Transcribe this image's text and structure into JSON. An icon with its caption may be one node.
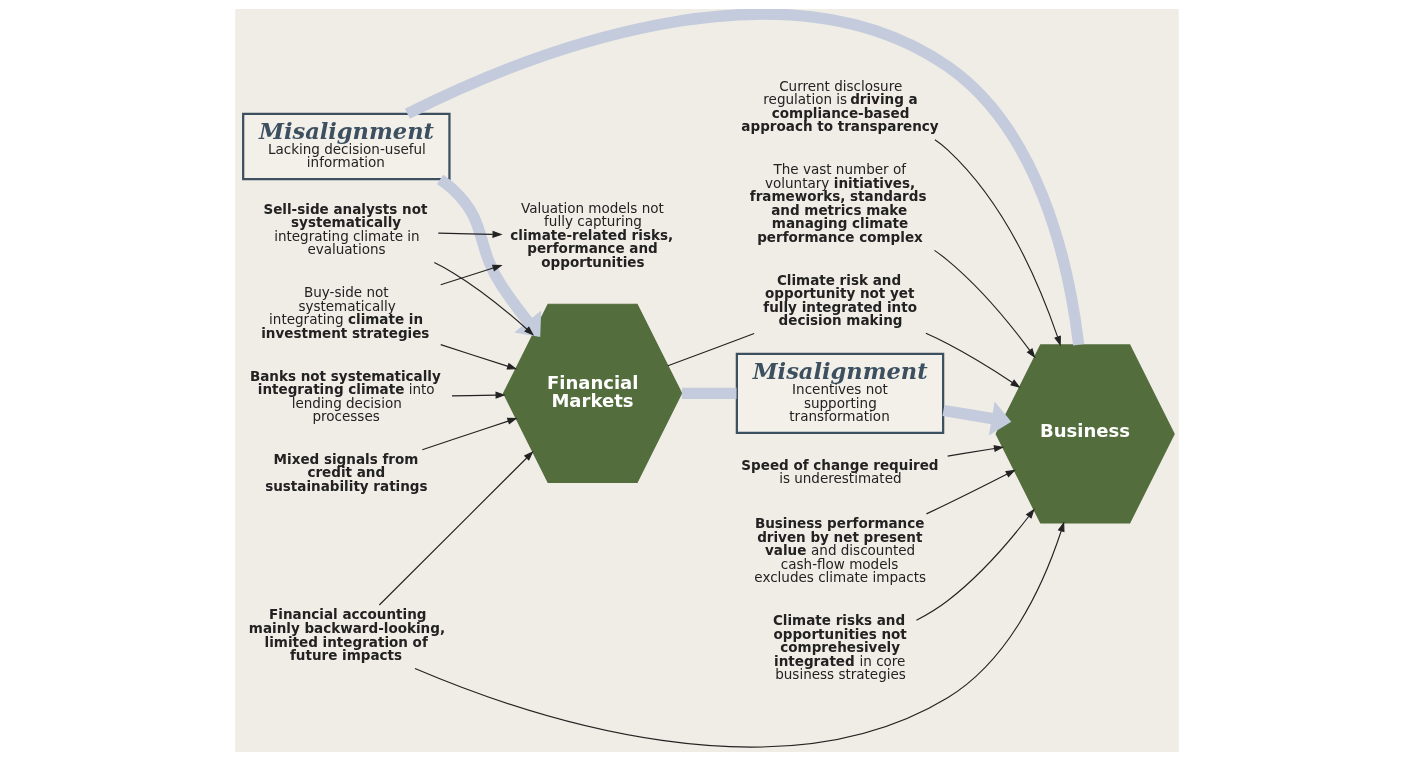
{
  "diagram": {
    "nodes": [
      {
        "text": [
          "Financial Markets"
        ]
      },
      {
        "text": [
          "Business"
        ]
      },
      {
        "text": [
          "Misalignment",
          "Incentives not supporting transformation"
        ]
      },
      {
        "text": [
          "Misalignment",
          "Lacking decision-useful information"
        ]
      },
      {
        "text": [
          "Valuation models not fully capturing **climate-related risks, performance and opportunities**"
        ]
      },
      {
        "text": [
          "**Sell-side analysts not systematically** integrating climate in evaluations"
        ]
      },
      {
        "text": [
          "**Climate risk and opportunity not yet fully integrated into decision making**"
        ]
      },
      {
        "text": [
          "**Speed of change required** is underestimated"
        ]
      },
      {
        "text": [
          "**Business performance driven by net present value** and discounted cash-flow models excludes climate impacts"
        ]
      },
      {
        "text": [
          "Buy-side not systematically integrating **climate in investment strategies**"
        ]
      },
      {
        "text": [
          "**Climate risks and opportunities not comprehesively integrated** in core business strategies"
        ]
      },
      {
        "text": [
          "**Banks not systematically integrating climate** into lending decision processes"
        ]
      },
      {
        "text": [
          "**Mixed signals from credit and sustainability ratings**"
        ]
      },
      {
        "text": [
          "**Financial accounting mainly backward-looking, limited integration of future impacts**"
        ]
      },
      {
        "text": [
          "Current disclosure regulation is **driving a compliance-based approach to transparency**"
        ]
      },
      {
        "text": [
          "The vast number of voluntary **initiatives, frameworks, standards and metrics make managing climate performance complex**"
        ]
      }
    ],
    "edges": [
      {
        "from": 0,
        "to": 2,
        "arrow": "none",
        "style": "thick",
        "color": "#c3cbdc"
      },
      {
        "from": 2,
        "to": 1,
        "arrow": "to",
        "style": "thick",
        "color": "#c3cbdc"
      },
      {
        "from": 1,
        "to": 3,
        "arrow": "none",
        "style": "thick",
        "color": "#c3cbdc"
      },
      {
        "from": 3,
        "to": 0,
        "arrow": "to",
        "style": "thick",
        "color": "#c3cbdc"
      },
      {
        "from": 5,
        "to": 4,
        "arrow": "to"
      },
      {
        "from": 5,
        "to": 0,
        "arrow": "to"
      },
      {
        "from": 9,
        "to": 4,
        "arrow": "to"
      },
      {
        "from": 9,
        "to": 0,
        "arrow": "to"
      },
      {
        "from": 11,
        "to": 0,
        "arrow": "to"
      },
      {
        "from": 12,
        "to": 0,
        "arrow": "to"
      },
      {
        "from": 13,
        "to": 0,
        "arrow": "to"
      },
      {
        "from": 0,
        "to": 6,
        "arrow": "none"
      },
      {
        "from": 6,
        "to": 1,
        "arrow": "to"
      },
      {
        "from": 7,
        "to": 1,
        "arrow": "to"
      },
      {
        "from": 8,
        "to": 1,
        "arrow": "to"
      },
      {
        "from": 10,
        "to": 1,
        "arrow": "to"
      },
      {
        "from": 13,
        "to": 1,
        "arrow": "to"
      },
      {
        "from": 14,
        "to": 1,
        "arrow": "to"
      },
      {
        "from": 15,
        "to": 1,
        "arrow": "to"
      }
    ]
  }
}
